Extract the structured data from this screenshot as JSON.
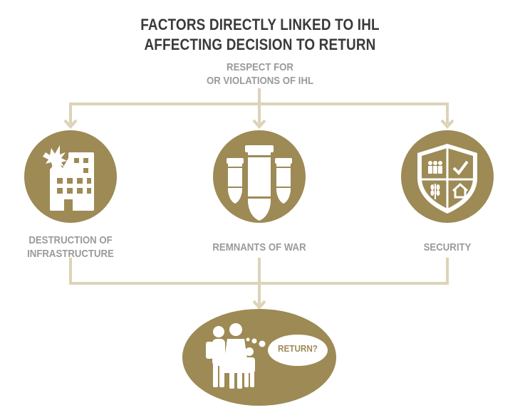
{
  "title": {
    "line1": "FACTORS DIRECTLY LINKED TO IHL",
    "line2": "AFFECTING DECISION TO RETURN"
  },
  "source_node": {
    "line1": "RESPECT FOR",
    "line2": "OR VIOLATIONS OF IHL"
  },
  "factors": [
    {
      "line1": "DESTRUCTION OF",
      "line2": "INFRASTRUCTURE",
      "icon": "destroyed-building-icon"
    },
    {
      "line1": "REMNANTS OF WAR",
      "line2": "",
      "icon": "bombs-icon"
    },
    {
      "line1": "SECURITY",
      "line2": "",
      "icon": "security-shield-icon"
    }
  ],
  "outcome": {
    "label": "RETURN?",
    "icon": "family-icon"
  },
  "colors": {
    "gold": "#9d8a55",
    "connector": "#dcd3b8",
    "title": "#3a3a3a",
    "label": "#9a9a9a",
    "white": "#ffffff"
  }
}
